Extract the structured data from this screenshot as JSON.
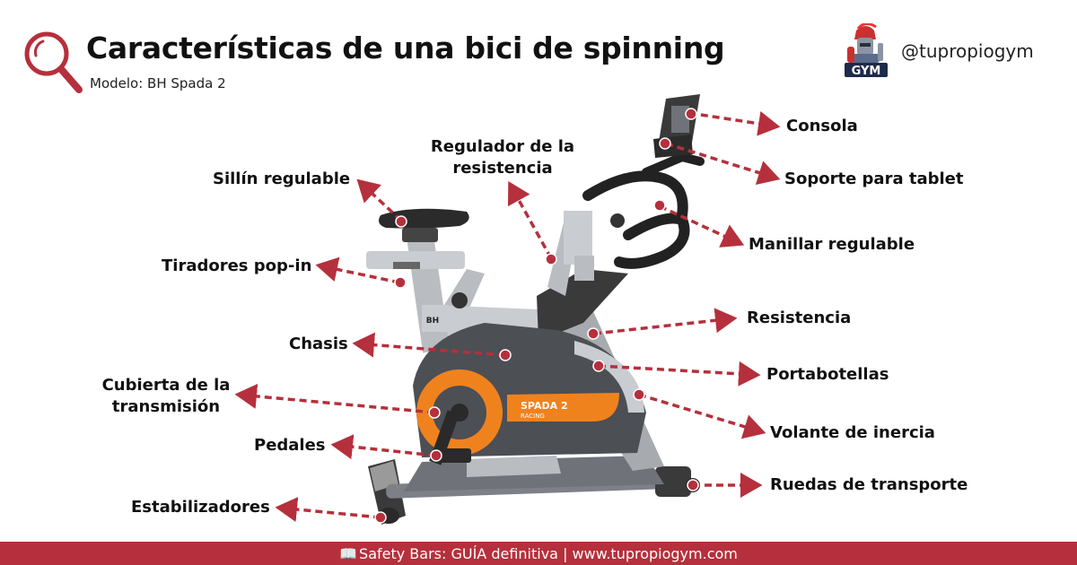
{
  "header": {
    "title": "Características de una bici de spinning",
    "subtitle": "Modelo: BH Spada 2",
    "logo_text": "GYM",
    "handle": "@tupropiogym"
  },
  "bike": {
    "frame_brand": "BH",
    "cover_text": "SPADA 2",
    "cover_subtext": "RACING"
  },
  "labels": {
    "consola": "Consola",
    "soporte_tablet": "Soporte para tablet",
    "manillar": "Manillar regulable",
    "regulador": "Regulador de la resistencia",
    "sillin": "Sillín regulable",
    "tiradores": "Tiradores pop-in",
    "chasis": "Chasis",
    "resistencia": "Resistencia",
    "portabotellas": "Portabotellas",
    "cubierta": "Cubierta de la transmisión",
    "volante": "Volante de inercia",
    "pedales": "Pedales",
    "ruedas": "Ruedas de transporte",
    "estabilizadores": "Estabilizadores"
  },
  "footer": {
    "icon": "book-icon",
    "text": "Safety Bars: GUÍA definitiva | www.tupropiogym.com"
  },
  "colors": {
    "accent": "#b5303c",
    "orange": "#f0821e",
    "frame": "#b9bcc0",
    "dark": "#2b2b2b"
  }
}
